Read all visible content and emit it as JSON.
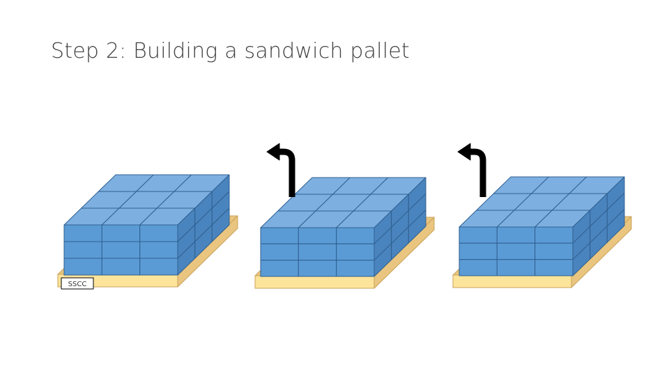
{
  "slide": {
    "title": "Step 2: Building a sandwich pallet"
  },
  "label": {
    "text": "SSCC"
  },
  "colors": {
    "box_front": "#5b9bd5",
    "box_top": "#7db0e1",
    "box_side": "#4a84be",
    "box_edge": "#2f5f8f",
    "pallet_front": "#fde49b",
    "pallet_side": "#e9c57f",
    "pallet_edge": "#c9a25a",
    "arrow": "#000000"
  },
  "icons": [
    "pallet",
    "carton",
    "turn-back-arrow"
  ]
}
